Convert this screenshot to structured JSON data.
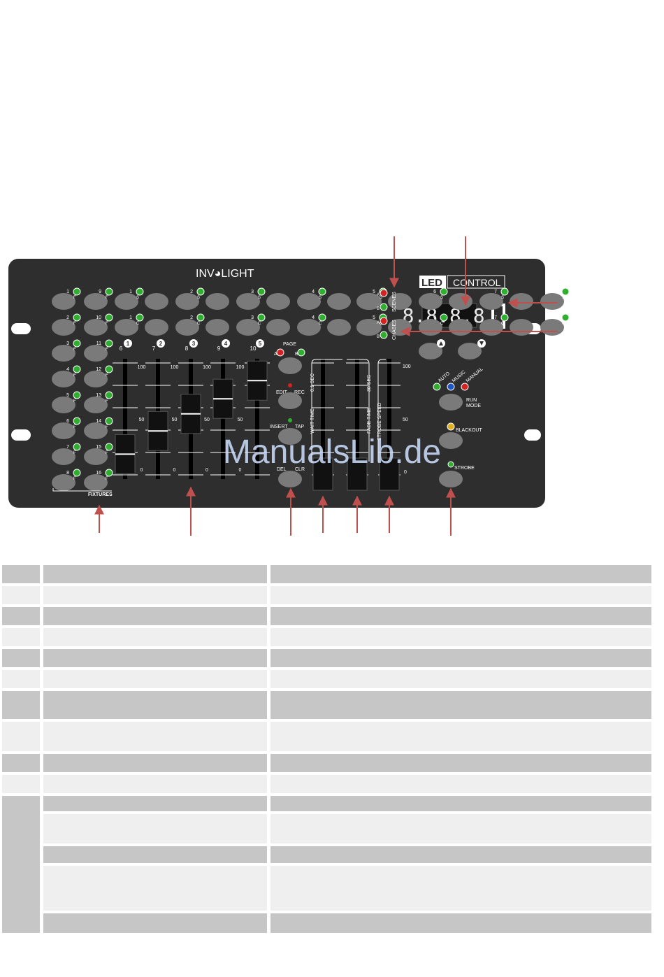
{
  "brand": {
    "name_left": "INV",
    "name_right": "LIGHT",
    "product_left": "LED",
    "product_right": "CONTROL"
  },
  "watermark": "ManualsLib.de",
  "display": {
    "readout": "8.8.8.8."
  },
  "page_labels": {
    "page": "PAGE",
    "a": "A",
    "b": "B"
  },
  "side_labels": {
    "scenes": "SCENES",
    "chases": "CHASES",
    "a": "A",
    "b": "B"
  },
  "fixture_buttons": [
    {
      "n": "1",
      "l": "F"
    },
    {
      "n": "9",
      "l": "F"
    },
    {
      "n": "2",
      "l": "F"
    },
    {
      "n": "10",
      "l": "F"
    },
    {
      "n": "3",
      "l": "F"
    },
    {
      "n": "11",
      "l": "F"
    },
    {
      "n": "4",
      "l": "F"
    },
    {
      "n": "12",
      "l": "F"
    },
    {
      "n": "5",
      "l": "F"
    },
    {
      "n": "13",
      "l": "F"
    },
    {
      "n": "6",
      "l": "F"
    },
    {
      "n": "14",
      "l": "F"
    },
    {
      "n": "7",
      "l": "F"
    },
    {
      "n": "15",
      "l": "F"
    },
    {
      "n": "8",
      "l": "F"
    },
    {
      "n": "16",
      "l": "F"
    }
  ],
  "fixtures_label": "FIXTURES",
  "scene_buttons": [
    {
      "n": "1",
      "l": "S"
    },
    {
      "n": "2",
      "l": "S"
    },
    {
      "n": "3",
      "l": "S"
    },
    {
      "n": "4",
      "l": "S"
    },
    {
      "n": "5",
      "l": "S"
    },
    {
      "n": "6",
      "l": "S"
    },
    {
      "n": "7",
      "l": "S"
    },
    {
      "n": "8",
      "l": "S"
    }
  ],
  "chase_buttons": [
    {
      "n": "1",
      "l": "C"
    },
    {
      "n": "2",
      "l": "C"
    },
    {
      "n": "3",
      "l": "C"
    },
    {
      "n": "4",
      "l": "C"
    },
    {
      "n": "5",
      "l": "C"
    },
    {
      "n": "6",
      "l": "C"
    },
    {
      "n": "7",
      "l": "C"
    },
    {
      "n": "8",
      "l": "C"
    }
  ],
  "channels_top": [
    "1",
    "2",
    "3",
    "4",
    "5"
  ],
  "channels_bottom": [
    "6",
    "7",
    "8",
    "9",
    "10"
  ],
  "scale": {
    "max": "100",
    "mid": "50",
    "min": "0"
  },
  "fader_levels": [
    0.15,
    0.38,
    0.55,
    0.7,
    0.88
  ],
  "function_labels": {
    "edit": "EDIT",
    "rec": "REC",
    "insert": "INSERT",
    "tap": "TAP",
    "del": "DEL",
    "clr": "CLR"
  },
  "time_faders": {
    "wait": "WAIT TIME",
    "wait_unit": "0.1 SEC",
    "fade": "FADE TIME",
    "fade_unit": "30 SEC",
    "strobe": "STROBE SPEED",
    "max": "100",
    "mid": "50",
    "min": "0"
  },
  "right_panel": {
    "auto": "AUTO",
    "music": "MUSIC",
    "manual": "MANUAL",
    "run": "RUN",
    "mode": "MODE",
    "blackout": "BLACKOUT",
    "strobe": "STROBE"
  },
  "colors": {
    "panel": "#2e2e2e",
    "arrow": "#c0504d",
    "led_green": "#2fae2f",
    "led_red": "#d42222",
    "led_blue": "#1f55c8",
    "led_yellow": "#e0b020",
    "watermark": "#cfe0ff"
  }
}
